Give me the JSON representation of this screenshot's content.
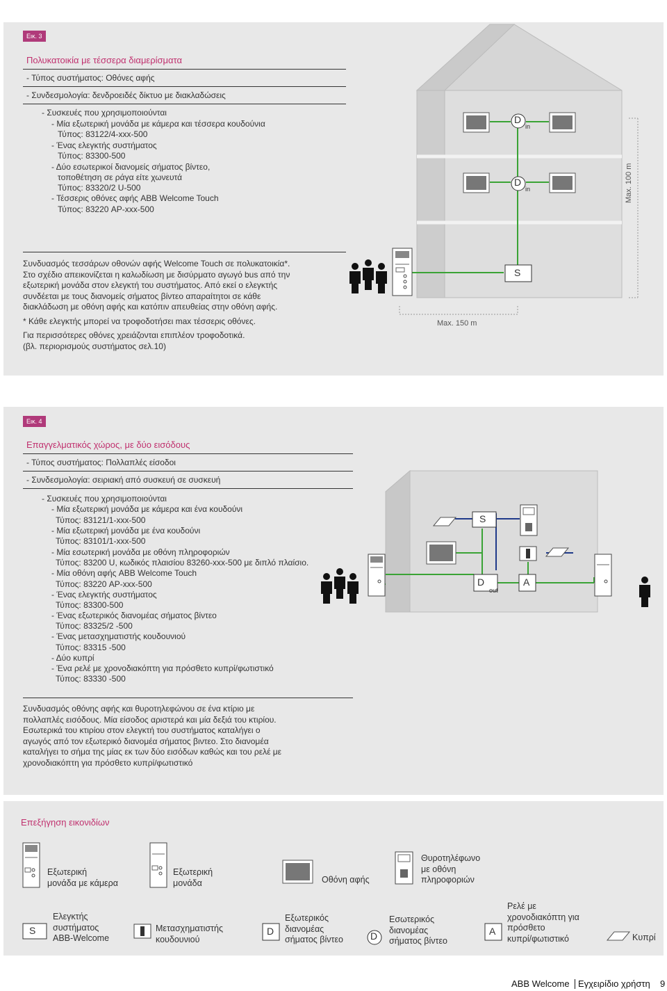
{
  "fig3": {
    "tag": "Εικ. 3",
    "title": "Πολυκατοικία με τέσσερα διαμερίσματα",
    "system_type": "- Τύπος συστήματος: Οθόνες αφής",
    "topology": "- Συνδεσμολογία: δενδροειδές δίκτυο με διακλαδώσεις",
    "devices": [
      "- Συσκευές που χρησιμοποιούνται",
      "- Μία εξωτερική μονάδα με κάμερα και τέσσερα κουδούνια",
      "Τύπος: 83122/4-xxx-500",
      "- Ένας ελεγκτής συστήματος",
      "Τύπος: 83300-500",
      "- Δύο εσωτερικοί διανομείς σήματος βίντεο,",
      "τοποθέτηση σε ράγα είτε χωνευτά",
      "Τύπος: 83320/2 U-500",
      "- Τέσσερις οθόνες αφής ABB Welcome Touch",
      "Τύπος: 83220 AP-xxx-500"
    ],
    "description": "Συνδυασμός τεσσάρων οθονών αφής Welcome Touch σε πολυκατοικία*.\nΣτο σχέδιο απεικονίζεται η καλωδίωση με δισύρματο αγωγό bus από την\nεξωτερική μονάδα στον ελεγκτή του συστήματος. Από εκεί ο ελεγκτής\nσυνδέεται με τους διανομείς σήματος βίντεο απαραίτητοι σε κάθε\nδιακλάδωση με οθόνη αφής και κατόπιν απευθείας στην οθόνη αφής.",
    "note": "* Κάθε ελεγκτής μπορεί να τροφοδοτήσει max τέσσερις οθόνες.",
    "note2": "Για περισσότερες οθόνες χρειάζονται επιπλέον τροφοδοτικά.\n(βλ. περιορισμούς συστήματος σελ.10)",
    "max_vertical": "Max. 100 m",
    "max_horizontal": "Max. 150 m",
    "label_d": "D",
    "label_in": "in",
    "label_s": "S"
  },
  "fig4": {
    "tag": "Εικ. 4",
    "title": "Επαγγελματικός χώρος, με δύο εισόδους",
    "system_type": "- Τύπος συστήματος: Πολλαπλές είσοδοι",
    "topology": "- Συνδεσμολογία: σειριακή από συσκευή σε συσκευή",
    "devices": [
      "- Συσκευές που χρησιμοποιούνται",
      "- Μία εξωτερική μονάδα με κάμερα και ένα κουδούνι",
      "Τύπος: 83121/1-xxx-500",
      "- Μία εξωτερική μονάδα με ένα κουδούνι",
      "Τύπος: 83101/1-xxx-500",
      "- Μία εσωτερική μονάδα με οθόνη πληροφοριών",
      "Τύπος: 83200 U, κωδικός πλαισίου 83260-xxx-500 με διπλό πλαίσιο.",
      "- Μία οθόνη αφής ABB Welcome Touch",
      "Τύπος: 83220 AP-xxx-500",
      "- Ένας ελεγκτής συστήματος",
      "Τύπος: 83300-500",
      "- Ένας εξωτερικός διανομέας σήματος βίντεο",
      "Τύπος: 83325/2 -500",
      "- Ένας μετασχηματιστής κουδουνιού",
      "Τύπος: 83315 -500",
      "- Δύο κυπρί",
      "- Ένα ρελέ με χρονοδιακόπτη για πρόσθετο κυπρί/φωτιστικό",
      "Τύπος: 83330 -500"
    ],
    "description": "Συνδυασμός οθόνης αφής και θυροτηλεφώνου σε ένα κτίριο με\nπολλαπλές εισόδους. Μία είσοδος αριστερά και μία δεξιά του κτιρίου.\nΕσωτερικά του κτιρίου στον ελεγκτή του συστήματος καταλήγει ο\nαγωγός από τον εξωτερικό διανομέα σήματος βιντεο. Στο διανομέα\nκαταλήγει το σήμα της μίας εκ των δύο εισόδων καθώς και του ρελέ με\nχρονοδιακόπτη για πρόσθετο κυπρί/φωτιστικό",
    "label_s": "S",
    "label_d": "D",
    "label_out": "out",
    "label_a": "A"
  },
  "legend": {
    "title": "Επεξήγηση εικονιδίων",
    "outdoor_camera": "Εξωτερική\nμονάδα με κάμερα",
    "outdoor": "Εξωτερική\nμονάδα",
    "touch_screen": "Οθόνη αφής",
    "intercom": "Θυροτηλέφωνο\nμε οθόνη\nπληροφοριών",
    "controller_symbol": "S",
    "controller": "Ελεγκτής\nσυστήματος\nABB-Welcome",
    "transformer": "Μετασχηματιστής\nκουδουνιού",
    "ext_dist_symbol": "D",
    "ext_dist": "Εξωτερικός\nδιανομέας\nσήματος βίντεο",
    "int_dist_symbol": "D",
    "int_dist": "Εσωτερικός\nδιανομέας\nσήματος βίντεο",
    "relay_symbol": "A",
    "relay": "Ρελέ με\nχρονοδιακόπτη για\nπρόσθετο\nκυπρί/φωτιστικό",
    "bell": "Κυπρί"
  },
  "footer": {
    "brand": "ABB Welcome",
    "manual": "Εγχειρίδιο χρήστη",
    "page": "9"
  },
  "colors": {
    "accent": "#c0306e",
    "bus_green": "#3aa335",
    "bus_blue": "#1f3a8a"
  }
}
